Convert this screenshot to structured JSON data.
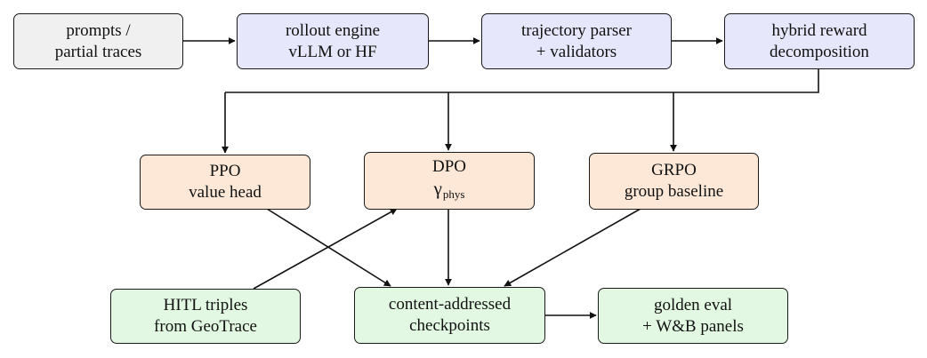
{
  "nodes": {
    "prompts": {
      "line1": "prompts /",
      "line2": "partial traces",
      "color": "#f0f0f0"
    },
    "rollout": {
      "line1": "rollout engine",
      "line2": "vLLM or HF",
      "color": "#e6e7fb"
    },
    "parser": {
      "line1": "trajectory parser",
      "line2": "+ validators",
      "color": "#e6e7fb"
    },
    "reward": {
      "line1": "hybrid reward",
      "line2": "decomposition",
      "color": "#e6e7fb"
    },
    "ppo": {
      "line1": "PPO",
      "line2": "value head",
      "color": "#fde8d7"
    },
    "dpo": {
      "line1": "DPO",
      "gamma_symbol": "γ",
      "gamma_sub": "phys",
      "color": "#fde8d7"
    },
    "grpo": {
      "line1": "GRPO",
      "line2": "group baseline",
      "color": "#fde8d7"
    },
    "hitl": {
      "line1": "HITL triples",
      "line2": "from GeoTrace",
      "color": "#e2f8e2"
    },
    "checkpoints": {
      "line1": "content-addressed",
      "line2": "checkpoints",
      "color": "#e2f8e2"
    },
    "golden": {
      "line1": "golden eval",
      "line2": "+ W&B panels",
      "color": "#e2f8e2"
    }
  }
}
